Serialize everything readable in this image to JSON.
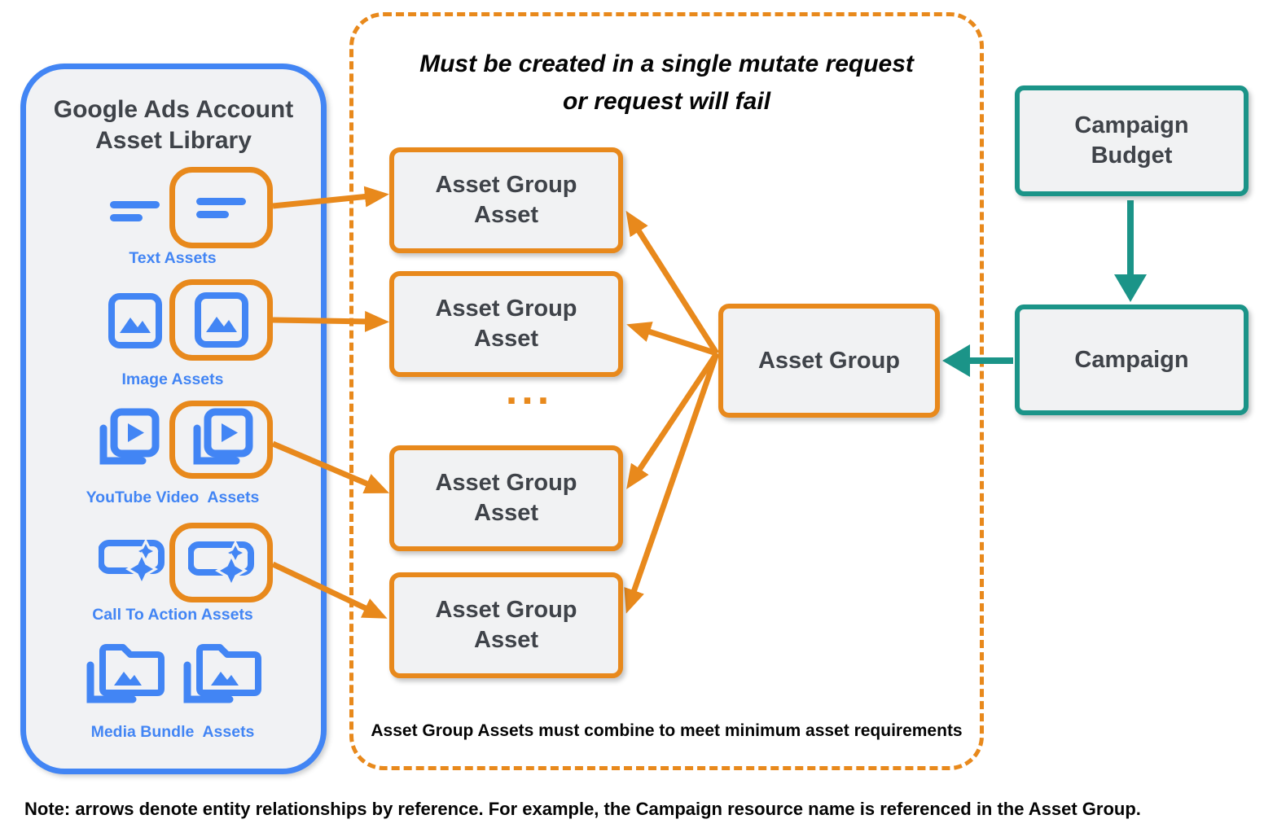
{
  "left_panel": {
    "title_line1": "Google Ads Account",
    "title_line2": "Asset Library",
    "items": [
      {
        "label": "Text Assets",
        "icon": "text-lines-icon"
      },
      {
        "label": "Image Assets",
        "icon": "image-icon"
      },
      {
        "label": "YouTube Video  Assets",
        "icon": "video-library-icon"
      },
      {
        "label": "Call To Action Assets",
        "icon": "call-to-action-icon"
      },
      {
        "label": "Media Bundle  Assets",
        "icon": "media-bundle-icon"
      }
    ]
  },
  "middle": {
    "title_line1": "Must be created in a single mutate request",
    "title_line2": "or request will fail",
    "asset_group_assets": [
      "Asset Group Asset",
      "Asset Group Asset",
      "Asset Group Asset",
      "Asset Group Asset"
    ],
    "ellipsis": "...",
    "asset_group": "Asset Group",
    "footnote": "Asset Group Assets must combine to meet minimum asset requirements"
  },
  "right": {
    "campaign_budget": "Campaign Budget",
    "campaign": "Campaign"
  },
  "note": "Note: arrows denote entity relationships by reference. For example, the Campaign resource name is referenced in the Asset Group.",
  "colors": {
    "orange": "#E8891C",
    "blue": "#4285F4",
    "teal": "#1B9488",
    "box_fill": "#F1F2F3",
    "dark_text": "#3F4349"
  }
}
